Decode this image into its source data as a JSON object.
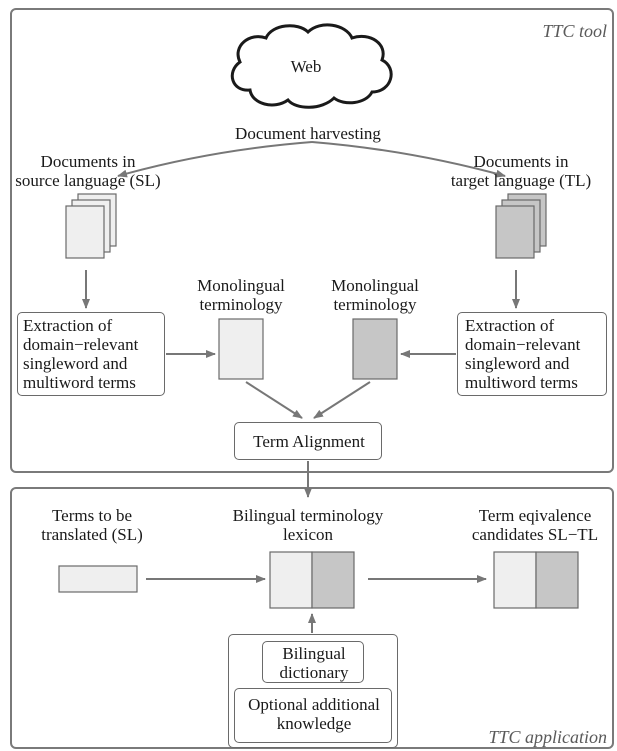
{
  "panels": {
    "tool_label": "TTC tool",
    "application_label": "TTC application"
  },
  "web": {
    "label": "Web"
  },
  "harvesting": {
    "label": "Document harvesting"
  },
  "source_docs": {
    "label_line1": "Documents in",
    "label_line2": "source language (SL)"
  },
  "target_docs": {
    "label_line1": "Documents in",
    "label_line2": "target language (TL)"
  },
  "extraction_left": {
    "lines": [
      "Extraction of",
      "domain−relevant",
      "singleword and",
      "multiword terms"
    ]
  },
  "extraction_right": {
    "lines": [
      "Extraction of",
      "domain−relevant",
      "singleword and",
      "multiword terms"
    ]
  },
  "mono_left": {
    "line1": "Monolingual",
    "line2": "terminology"
  },
  "mono_right": {
    "line1": "Monolingual",
    "line2": "terminology"
  },
  "alignment": {
    "label": "Term Alignment"
  },
  "terms_to_translate": {
    "line1": "Terms to be",
    "line2": "translated (SL)"
  },
  "lexicon": {
    "line1": "Bilingual terminology",
    "line2": "lexicon"
  },
  "candidates": {
    "line1": "Term eqivalence",
    "line2": "candidates SL−TL"
  },
  "dictionary": {
    "line1": "Bilingual",
    "line2": "dictionary"
  },
  "knowledge": {
    "line1": "Optional additional",
    "line2": "knowledge"
  },
  "colors": {
    "light_fill": "#efefef",
    "dark_fill": "#c6c6c6",
    "stroke": "#6a6a6a",
    "arrow": "#777777"
  }
}
